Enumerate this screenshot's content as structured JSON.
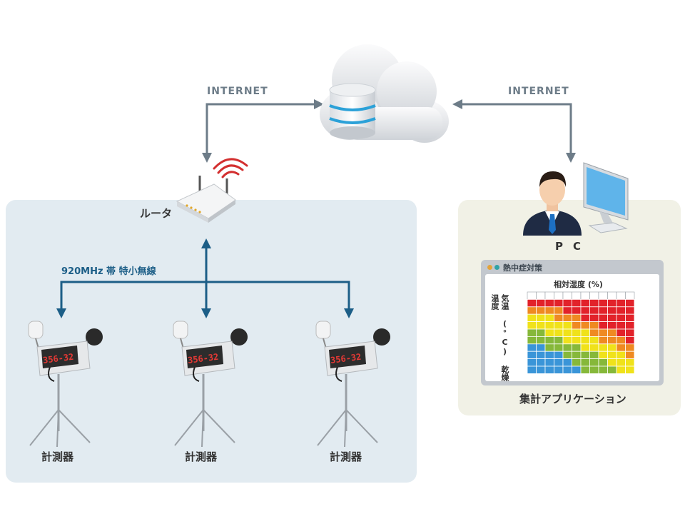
{
  "labels": {
    "internet_left": "INTERNET",
    "internet_right": "INTERNET",
    "router": "ルータ",
    "radio_band": "920MHz 帯 特小無線",
    "meter_1": "計測器",
    "meter_2": "計測器",
    "meter_3": "計測器",
    "pc": "PC",
    "app_caption": "集計アプリケーション"
  },
  "meters": {
    "display_text": "356-32"
  },
  "app": {
    "window_title": "熱中症対策",
    "chart_header": "相対湿度 (%)",
    "y_axis_label": "気温 (°C) 乾燥温度",
    "grid_rows": [
      "RRRRRRRRRRRR",
      "OOOORRRRRRRR",
      "YYYOOORRRRRR",
      "YYYYYOOORRRR",
      "GGYYYYYOOORR",
      "GGGGYYYYOOOR",
      "BBGGGGYYYYOO",
      "BBBBGGGGYYYO",
      "BBBBBGGGGYYY",
      "BBBBBBGGGGYY"
    ],
    "legend": [
      "B",
      "G",
      "Y",
      "O",
      "R"
    ]
  },
  "colors": {
    "panel_left": "#e2ebf1",
    "panel_right": "#f1f1e6",
    "arrow_gray": "#6d7c88",
    "arrow_blue": "#1c5e87",
    "wifi_red": "#d32f2f",
    "display_red": "#e53935",
    "heat_B": "#3a95d8",
    "heat_G": "#86b83a",
    "heat_Y": "#f0e21a",
    "heat_O": "#ef8a22",
    "heat_R": "#e2222a"
  }
}
